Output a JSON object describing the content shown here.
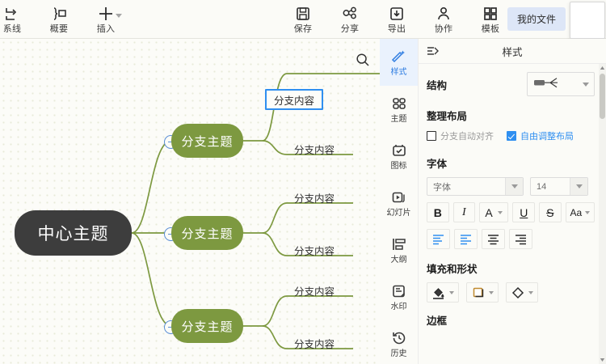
{
  "toolbar": {
    "left_items": [
      {
        "label": "系线",
        "icon": "relation-line-icon",
        "caret": false
      },
      {
        "label": "概要",
        "icon": "summary-icon",
        "caret": false
      },
      {
        "label": "插入",
        "icon": "insert-plus-icon",
        "caret": true
      }
    ],
    "right_items": [
      {
        "label": "保存",
        "icon": "save-icon",
        "caret": false
      },
      {
        "label": "分享",
        "icon": "share-icon",
        "caret": false
      },
      {
        "label": "导出",
        "icon": "export-icon",
        "caret": false
      },
      {
        "label": "协作",
        "icon": "collaborate-icon",
        "caret": false
      },
      {
        "label": "模板",
        "icon": "template-icon",
        "caret": false
      }
    ],
    "my_files_label": "我的文件"
  },
  "canvas": {
    "search_icon": "search-icon",
    "central": {
      "text": "中心主题"
    },
    "branches": [
      {
        "text": "分支主题",
        "leaves": [
          "分支内容",
          "分支内容"
        ]
      },
      {
        "text": "分支主题",
        "leaves": [
          "分支内容",
          "分支内容"
        ]
      },
      {
        "text": "分支主题",
        "leaves": [
          "分支内容",
          "分支内容"
        ]
      }
    ],
    "selected_leaf": "分支内容",
    "colors": {
      "central_bg": "#3d3d3d",
      "branch_bg": "#7d9940",
      "line": "#7d9940",
      "selection": "#2f8ff0"
    }
  },
  "rail": {
    "items": [
      {
        "label": "样式",
        "icon": "style-magic-icon",
        "active": true
      },
      {
        "label": "主题",
        "icon": "theme-grid-icon",
        "active": false
      },
      {
        "label": "图标",
        "icon": "icon-badge-icon",
        "active": false
      },
      {
        "label": "幻灯片",
        "icon": "slideshow-icon",
        "active": false
      },
      {
        "label": "大纲",
        "icon": "outline-icon",
        "active": false
      },
      {
        "label": "水印",
        "icon": "watermark-icon",
        "active": false
      },
      {
        "label": "历史",
        "icon": "history-icon",
        "active": false
      }
    ]
  },
  "panel": {
    "title": "样式",
    "collapse_icon": "collapse-panel-icon",
    "structure": {
      "title": "结构",
      "selected_icon": "structure-right-logic-icon"
    },
    "layout": {
      "title": "整理布局",
      "options": [
        {
          "label": "分支自动对齐",
          "checked": false
        },
        {
          "label": "自由调整布局",
          "checked": true
        }
      ]
    },
    "font": {
      "title": "字体",
      "family_value": "字体",
      "size_value": "14",
      "style_buttons": [
        {
          "name": "bold-button",
          "glyph": "B",
          "caret": false,
          "blue": false
        },
        {
          "name": "italic-button",
          "glyph": "I",
          "caret": false,
          "blue": false
        },
        {
          "name": "text-color-button",
          "glyph": "A",
          "caret": true,
          "blue": false
        },
        {
          "name": "underline-button",
          "glyph": "U",
          "caret": false,
          "blue": false
        },
        {
          "name": "strikethrough-button",
          "glyph": "S",
          "caret": false,
          "blue": false
        },
        {
          "name": "text-case-button",
          "glyph": "Aa",
          "caret": true,
          "blue": false
        }
      ],
      "align_buttons": [
        {
          "name": "align-auto-button",
          "icon": "align-auto-icon",
          "blue": true
        },
        {
          "name": "align-left-button",
          "icon": "align-left-icon",
          "blue": true
        },
        {
          "name": "align-center-button",
          "icon": "align-center-icon",
          "blue": false
        },
        {
          "name": "align-right-button",
          "icon": "align-right-icon",
          "blue": false
        }
      ]
    },
    "fill": {
      "title": "填充和形状",
      "buttons": [
        {
          "name": "fill-color-button",
          "icon": "paint-bucket-icon"
        },
        {
          "name": "shape-button",
          "icon": "square-shape-icon"
        },
        {
          "name": "shape-style-button",
          "icon": "diamond-shape-icon"
        }
      ]
    },
    "border": {
      "title": "边框"
    }
  }
}
